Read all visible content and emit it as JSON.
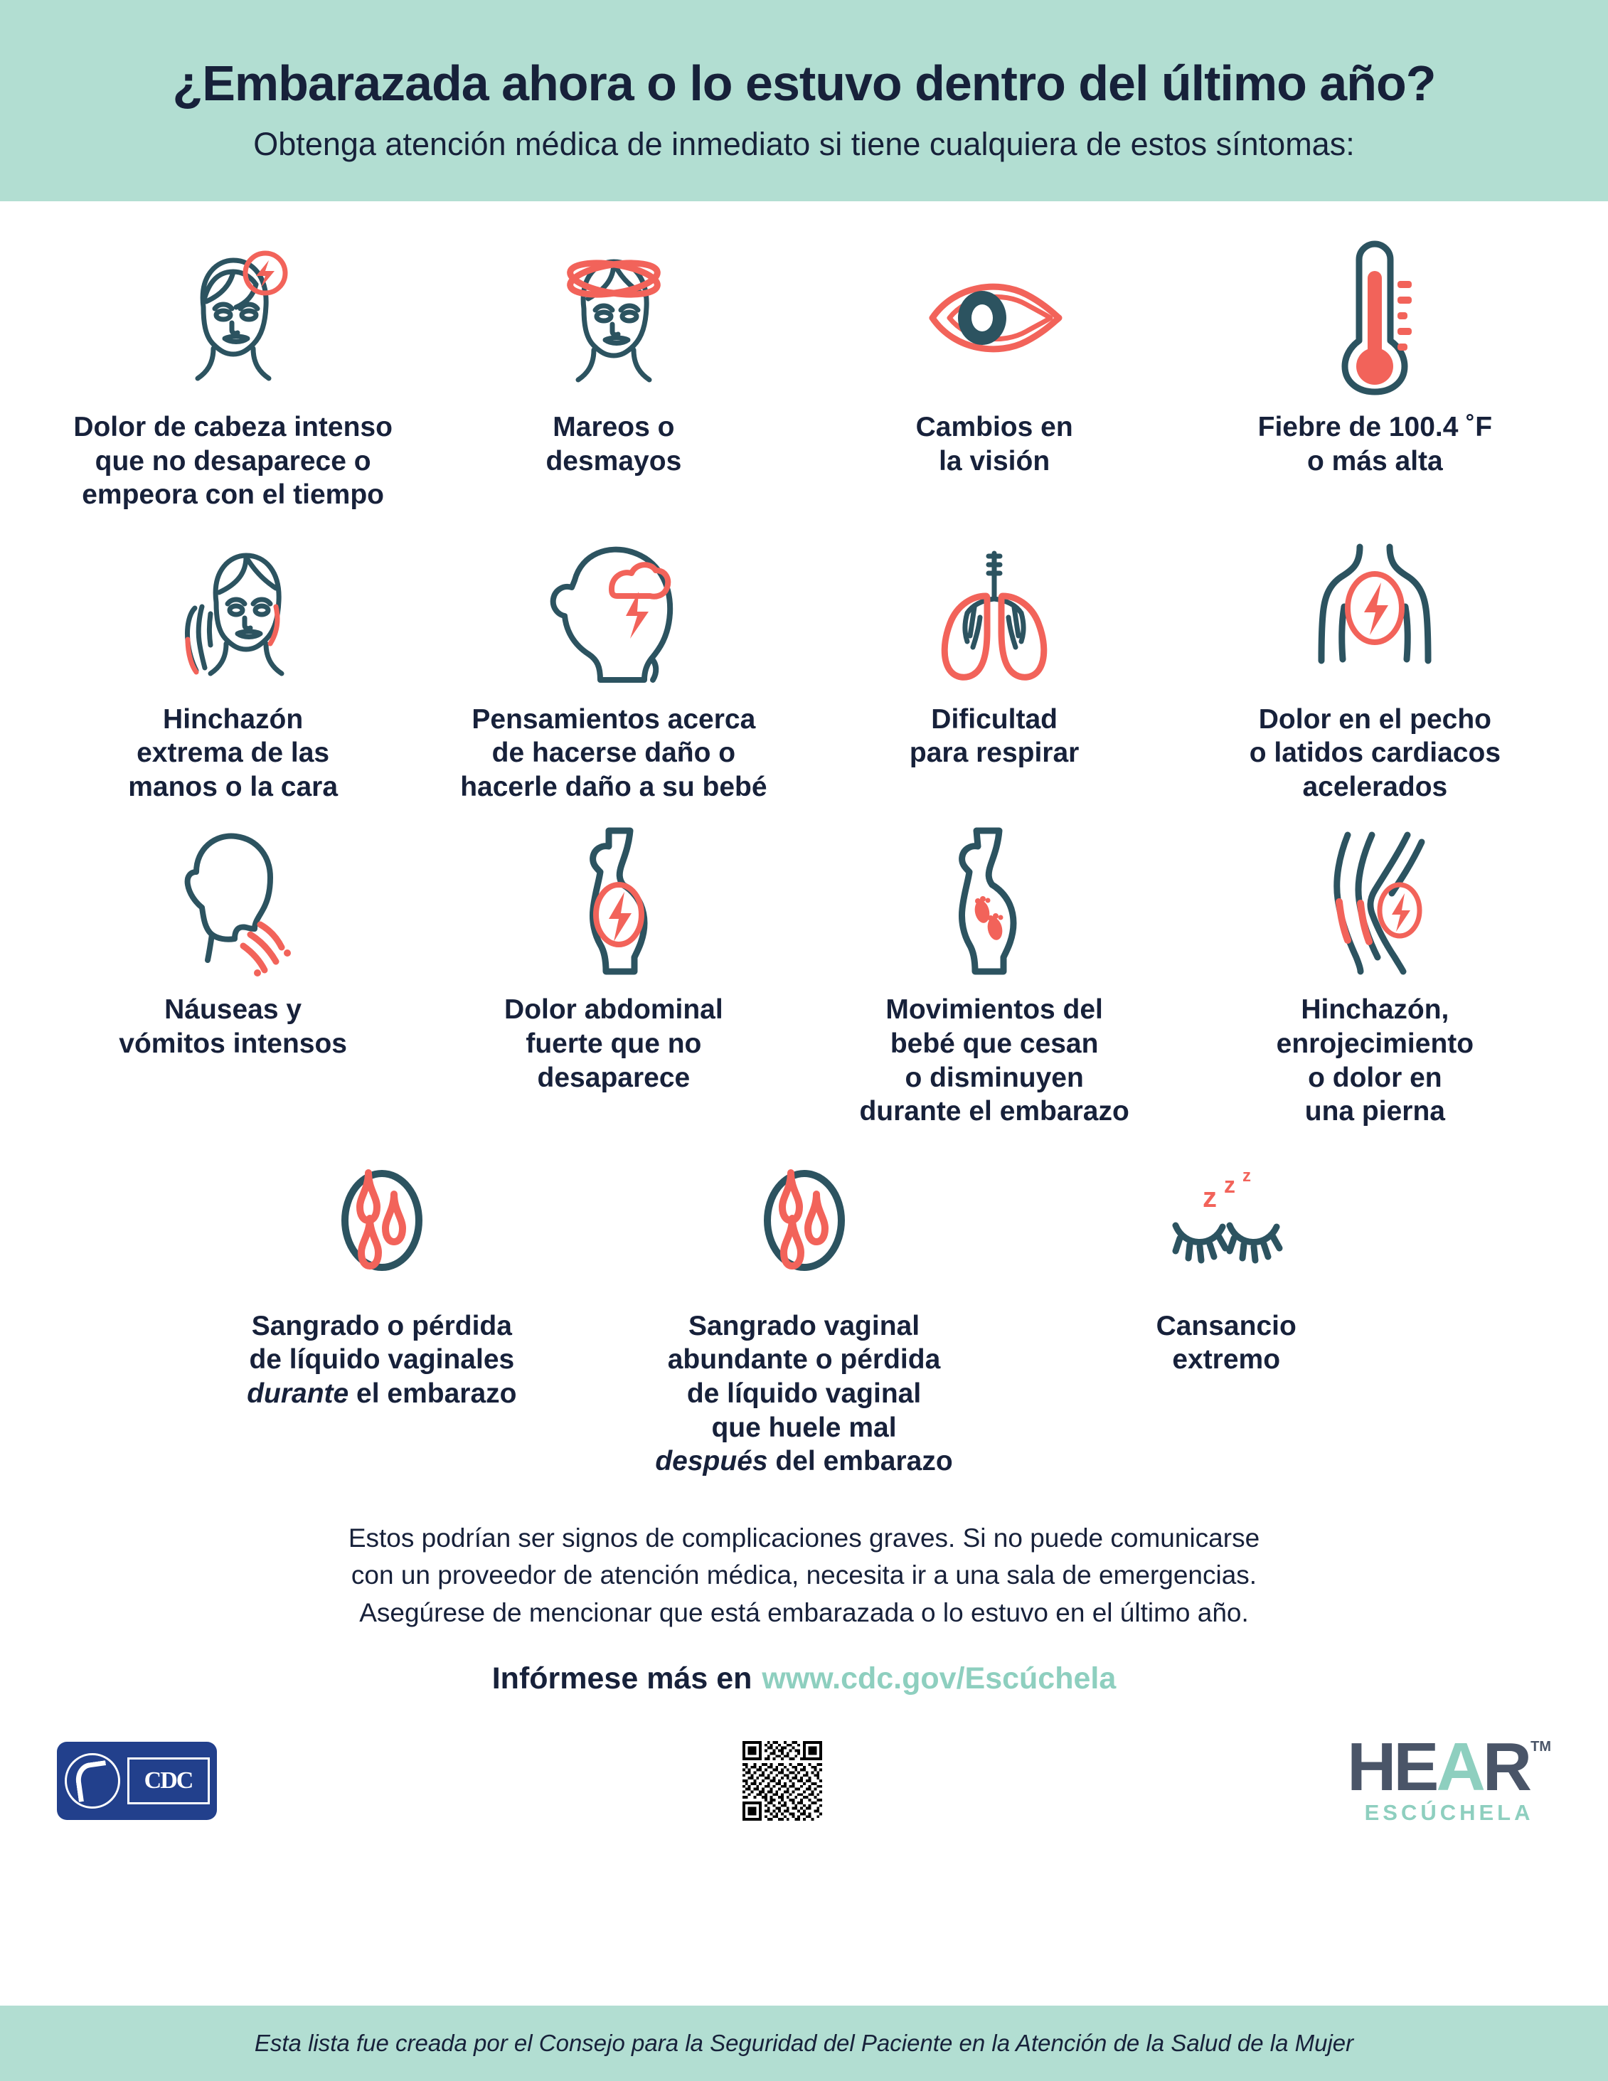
{
  "colors": {
    "band": "#b2ded2",
    "ink": "#17213a",
    "accent_red": "#f2635a",
    "accent_teal": "#2c5360",
    "mint": "#8ecfbf",
    "cdc_blue": "#22408c",
    "hear_gray": "#4a5568"
  },
  "header": {
    "title": "¿Embarazada ahora o lo estuvo dentro del último año?",
    "subtitle": "Obtenga atención médica de inmediato si tiene cualquiera de estos síntomas:"
  },
  "symptoms": [
    {
      "icon": "head-lightning-icon",
      "lines": [
        "Dolor de cabeza intenso",
        "que no desaparece o",
        "empeora con el tiempo"
      ]
    },
    {
      "icon": "dizzy-head-icon",
      "lines": [
        "Mareos o",
        "desmayos"
      ]
    },
    {
      "icon": "eye-icon",
      "lines": [
        "Cambios en",
        "la visión"
      ]
    },
    {
      "icon": "thermometer-icon",
      "lines": [
        "Fiebre de 100.4 ˚F",
        "o más  alta"
      ]
    },
    {
      "icon": "swollen-face-hand-icon",
      "lines": [
        "Hinchazón",
        "extrema de las",
        "manos o la cara"
      ]
    },
    {
      "icon": "head-storm-cloud-icon",
      "lines": [
        "Pensamientos acerca",
        "de hacerse daño o",
        "hacerle daño a su bebé"
      ]
    },
    {
      "icon": "lungs-icon",
      "lines": [
        "Dificultad",
        "para respirar"
      ]
    },
    {
      "icon": "chest-lightning-icon",
      "lines": [
        "Dolor en el pecho",
        "o latidos cardiacos",
        "acelerados"
      ]
    },
    {
      "icon": "vomiting-head-icon",
      "lines": [
        "Náuseas y",
        "vómitos intensos"
      ]
    },
    {
      "icon": "pregnant-belly-lightning-icon",
      "lines": [
        "Dolor abdominal",
        "fuerte que no",
        "desaparece"
      ]
    },
    {
      "icon": "pregnant-belly-feet-icon",
      "lines": [
        "Movimientos del",
        "bebé que cesan",
        "o disminuyen",
        "durante el embarazo"
      ]
    },
    {
      "icon": "leg-swelling-lightning-icon",
      "lines": [
        "Hinchazón,",
        "enrojecimiento",
        "o dolor en",
        "una pierna"
      ]
    }
  ],
  "symptoms_row4": [
    {
      "icon": "blood-drops-icon",
      "lines": [
        {
          "text": "Sangrado o pérdida",
          "italic": false
        },
        {
          "text": "de líquido vaginales",
          "italic": false
        },
        {
          "text": "durante",
          "italic": true,
          "suffix": " el embarazo"
        }
      ]
    },
    {
      "icon": "blood-drops-icon",
      "lines": [
        {
          "text": "Sangrado vaginal",
          "italic": false
        },
        {
          "text": "abundante o pérdida",
          "italic": false
        },
        {
          "text": "de líquido vaginal",
          "italic": false
        },
        {
          "text": "que huele mal",
          "italic": false
        },
        {
          "text": "después",
          "italic": true,
          "suffix": " del embarazo"
        }
      ]
    },
    {
      "icon": "sleepy-eyes-zzz-icon",
      "lines": [
        {
          "text": "Cansancio",
          "italic": false
        },
        {
          "text": "extremo",
          "italic": false
        }
      ]
    }
  ],
  "footnote": {
    "line1": "Estos podrían ser signos de complicaciones graves. Si no puede comunicarse",
    "line2": "con un proveedor de atención médica, necesita ir a una sala de emergencias.",
    "line3": "Asegúrese de mencionar que está embarazada o lo estuvo en el último año."
  },
  "cta": {
    "prefix": "Infórmese más en",
    "url": "www.cdc.gov/Escúchela"
  },
  "logos": {
    "cdc": {
      "wordmark": "CDC",
      "alt": "cdc-logo"
    },
    "qr": {
      "alt": "qr-code"
    },
    "hear": {
      "h": "H",
      "e": "E",
      "a": "A",
      "r": "R",
      "tm": "TM",
      "sub": "ESCÚCHELA"
    }
  },
  "bottom_bar": {
    "text": "Esta lista fue creada por el Consejo para la Seguridad del Paciente en la Atención de la Salud de la Mujer"
  }
}
